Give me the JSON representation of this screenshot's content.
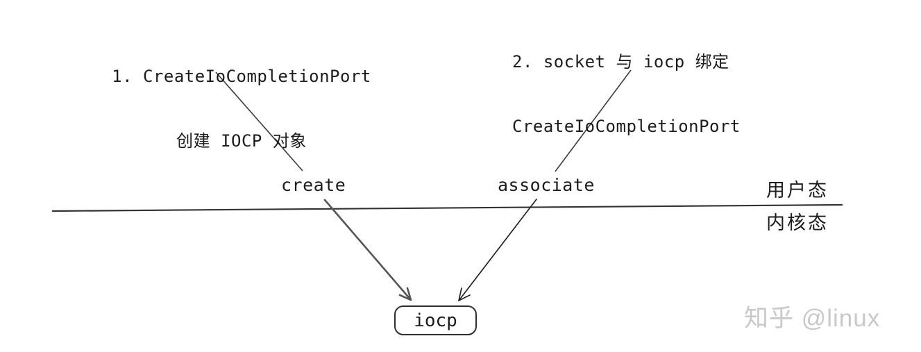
{
  "diagram": {
    "title_implicit": "IOCP creation and association diagram",
    "note1": {
      "line1": "1. CreateIoCompletionPort",
      "line2": "创建 IOCP 对象"
    },
    "note2": {
      "line1": "2. socket 与 iocp 绑定",
      "line2": "CreateIoCompletionPort"
    },
    "labels": {
      "create": "create",
      "associate": "associate",
      "user_mode": "用户态",
      "kernel_mode": "内核态",
      "iocp_box": "iocp"
    },
    "watermark": "知乎 @linux",
    "colors": {
      "background": "#ffffff",
      "text": "#1c1c1c",
      "connector_line": "#3a3a3a",
      "boundary_line": "#333333",
      "arrow_create": "#555555",
      "arrow_associate": "#222222",
      "box_border": "#2e2e2e",
      "watermark": "#c9c9c9"
    }
  }
}
